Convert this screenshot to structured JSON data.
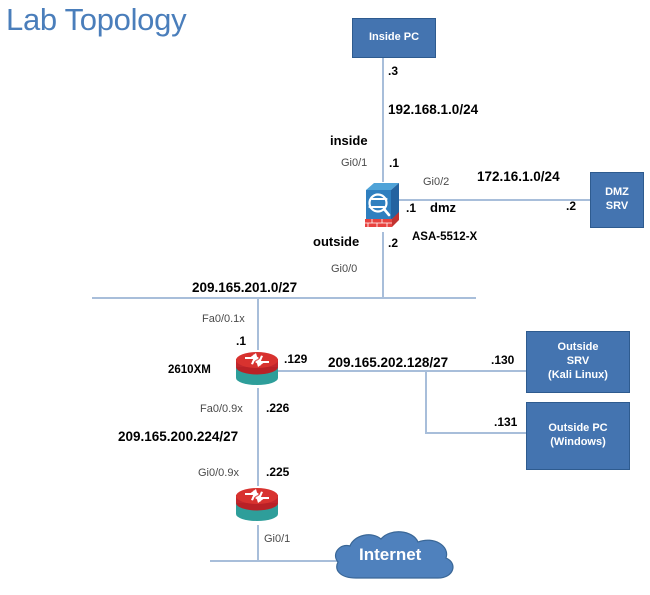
{
  "title": "Lab Topology",
  "theme": {
    "title_color": "#4A7EBB",
    "box_fill": "#4474B0",
    "box_border": "#2E5B8F",
    "line_color": "#A8BEDA",
    "cloud_fill": "#4F81BD",
    "router_top": "#C0272D",
    "router_base": "#2E9E9A",
    "asa_body": "#2F7FBF",
    "asa_brick": "#E8423F"
  },
  "nodes": {
    "inside_pc": {
      "label": "Inside PC"
    },
    "dmz_srv": {
      "label": "DMZ\nSRV",
      "line1": "DMZ",
      "line2": "SRV"
    },
    "outside_srv": {
      "line1": "Outside",
      "line2": "SRV",
      "line3": "(Kali Linux)"
    },
    "outside_pc": {
      "line1": "Outside PC",
      "line2": "(Windows)"
    },
    "asa": {
      "model": "ASA-5512-X",
      "icon": "firewall-icon"
    },
    "router_2610xm": {
      "model": "2610XM",
      "icon": "router-icon"
    },
    "router_edge": {
      "model": "",
      "icon": "router-icon"
    },
    "internet": {
      "label": "Internet",
      "icon": "cloud-icon"
    }
  },
  "networks": {
    "inside_net": "192.168.1.0/24",
    "dmz_net": "172.16.1.0/24",
    "outside_net": "209.165.201.0/27",
    "dmz_lan_net": "209.165.202.128/27",
    "transit_net": "209.165.200.224/27"
  },
  "zones": {
    "inside": "inside",
    "outside": "outside",
    "dmz": "dmz"
  },
  "interfaces": {
    "asa_inside": "Gi0/1",
    "asa_dmz": "Gi0/2",
    "asa_outside": "Gi0/0",
    "r1_sub1": "Fa0/0.1x",
    "r1_sub9": "Fa0/0.9x",
    "r2_sub9": "Gi0/0.9x",
    "r2_wan": "Gi0/1"
  },
  "addresses": {
    "inside_pc": ".3",
    "asa_inside": ".1",
    "asa_dmz": ".1",
    "dmz_srv": ".2",
    "asa_outside": ".2",
    "r1_fa01x": ".1",
    "r1_lan": ".129",
    "outside_srv": ".130",
    "outside_pc": ".131",
    "r1_fa09x": ".226",
    "r2_gi09x": ".225"
  }
}
